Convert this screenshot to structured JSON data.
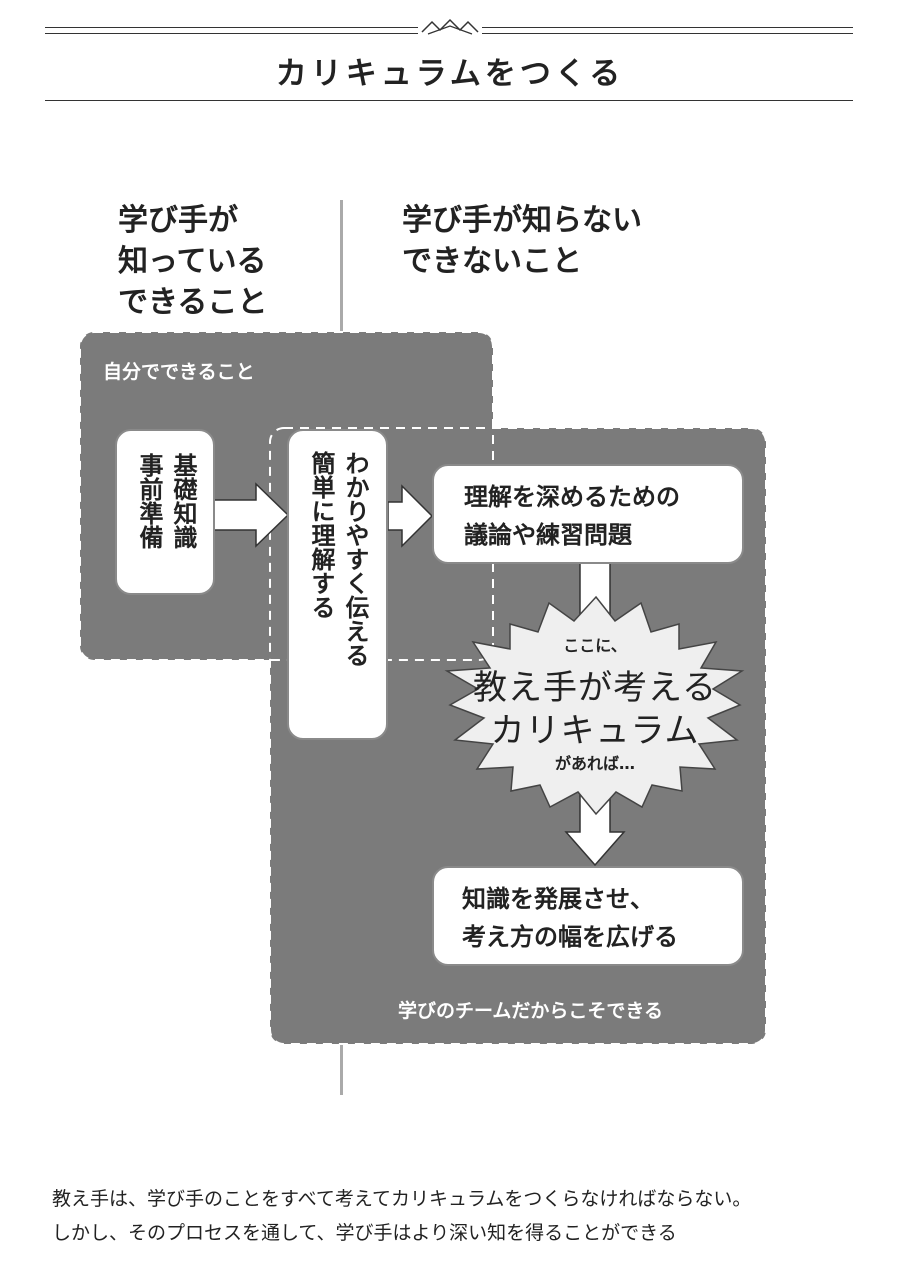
{
  "header": {
    "title": "カリキュラムをつくる"
  },
  "columns": {
    "left_heading": [
      "学び手が",
      "知っている",
      "できること"
    ],
    "right_heading": [
      "学び手が知らない",
      "できないこと"
    ]
  },
  "panels": {
    "self_label": "自分でできること",
    "team_label": "学びのチームだからこそできる"
  },
  "boxes": {
    "box1": [
      "基礎知識",
      "事前準備"
    ],
    "box2": [
      "わかりやすく伝える",
      "簡単に理解する"
    ],
    "box3": [
      "理解を深めるための",
      "議論や練習問題"
    ],
    "box4": [
      "知識を発展させ、",
      "考え方の幅を広げる"
    ]
  },
  "burst": {
    "top": "ここに、",
    "line1": "教え手が考える",
    "line2": "カリキュラム",
    "bottom": "があれば…"
  },
  "caption": [
    "教え手は、学び手のことをすべて考えてカリキュラムをつくらなければならない。",
    "しかし、そのプロセスを通して、学び手はより深い知を得ることができる"
  ],
  "colors": {
    "panel": "#7b7b7b",
    "box_border": "#8a8a8a",
    "burst_fill": "#efefef",
    "divider": "#aaaaaa"
  }
}
